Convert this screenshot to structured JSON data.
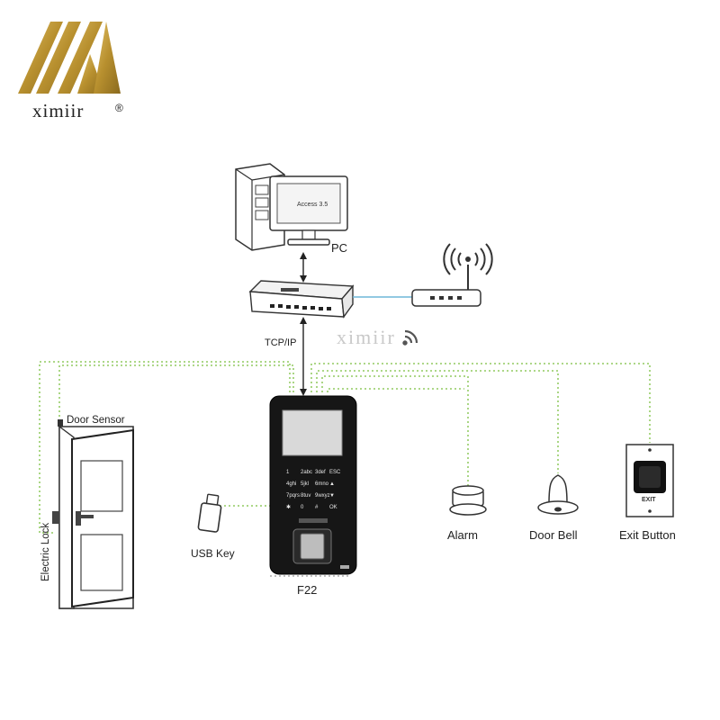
{
  "brand": {
    "name": "ximiir",
    "mark": "®"
  },
  "watermark": "ximiir",
  "pc": {
    "label": "PC",
    "screen_text": "Access 3.5"
  },
  "network": {
    "protocol_label": "TCP/IP"
  },
  "device": {
    "model": "F22",
    "keypad": [
      [
        "1",
        "2abc",
        "3def",
        "ESC"
      ],
      [
        "4ghi",
        "5jkl",
        "6mno",
        "▲"
      ],
      [
        "7pqrs",
        "8tuv",
        "9wxyz",
        "▼"
      ],
      [
        "✱",
        "0",
        "#",
        "OK"
      ]
    ]
  },
  "peripherals": {
    "door_sensor": "Door Sensor",
    "electric_lock": "Electric Lock",
    "usb_key": "USB Key",
    "alarm": "Alarm",
    "door_bell": "Door Bell",
    "exit_button": "Exit Button",
    "exit_text": "EXIT"
  },
  "colors": {
    "wire_green": "#7cbf42",
    "wire_gray": "#9a9a9a",
    "link_blue": "#6fb7d9",
    "logo_gold": "#b8902f"
  }
}
